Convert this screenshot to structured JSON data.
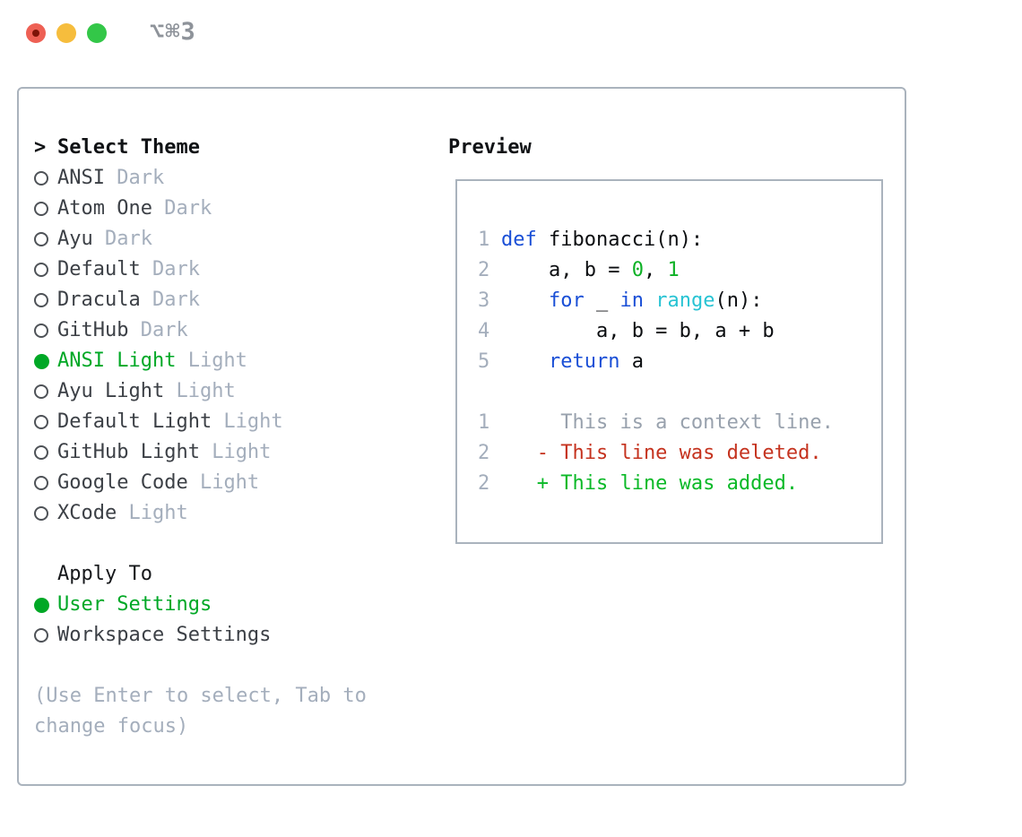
{
  "window": {
    "title": "⌥⌘3"
  },
  "titlebar": {
    "traffic_lights": [
      {
        "name": "close-button",
        "color": "#ee6054"
      },
      {
        "name": "minimize-button",
        "color": "#f6bd3d"
      },
      {
        "name": "maximize-button",
        "color": "#33c748"
      }
    ]
  },
  "theme_panel": {
    "header": {
      "marker": ">",
      "label": "Select Theme"
    },
    "themes": [
      {
        "name": "ANSI",
        "variant": "Dark",
        "selected": false
      },
      {
        "name": "Atom One",
        "variant": "Dark",
        "selected": false
      },
      {
        "name": "Ayu",
        "variant": "Dark",
        "selected": false
      },
      {
        "name": "Default",
        "variant": "Dark",
        "selected": false
      },
      {
        "name": "Dracula",
        "variant": "Dark",
        "selected": false
      },
      {
        "name": "GitHub",
        "variant": "Dark",
        "selected": false
      },
      {
        "name": "ANSI Light",
        "variant": "Light",
        "selected": true
      },
      {
        "name": "Ayu Light",
        "variant": "Light",
        "selected": false
      },
      {
        "name": "Default Light",
        "variant": "Light",
        "selected": false
      },
      {
        "name": "GitHub Light",
        "variant": "Light",
        "selected": false
      },
      {
        "name": "Google Code",
        "variant": "Light",
        "selected": false
      },
      {
        "name": "XCode",
        "variant": "Light",
        "selected": false
      }
    ],
    "apply_to": {
      "label": "Apply To",
      "options": [
        {
          "label": "User Settings",
          "selected": true
        },
        {
          "label": "Workspace Settings",
          "selected": false
        }
      ]
    },
    "hint": "(Use Enter to select, Tab to change focus)"
  },
  "preview": {
    "label": "Preview",
    "lines": [
      {
        "num": "1",
        "segments": [
          {
            "text": "def",
            "style": "kw"
          },
          {
            "text": " fibonacci(n):",
            "style": "plain"
          }
        ]
      },
      {
        "num": "2",
        "segments": [
          {
            "text": "    a, b = ",
            "style": "plain"
          },
          {
            "text": "0",
            "style": "lit"
          },
          {
            "text": ", ",
            "style": "plain"
          },
          {
            "text": "1",
            "style": "lit"
          }
        ]
      },
      {
        "num": "3",
        "segments": [
          {
            "text": "    ",
            "style": "plain"
          },
          {
            "text": "for",
            "style": "kw"
          },
          {
            "text": " _ ",
            "style": "plain"
          },
          {
            "text": "in",
            "style": "kw"
          },
          {
            "text": " ",
            "style": "plain"
          },
          {
            "text": "range",
            "style": "fn"
          },
          {
            "text": "(n):",
            "style": "plain"
          }
        ]
      },
      {
        "num": "4",
        "segments": [
          {
            "text": "        a, b = b, a + b",
            "style": "plain"
          }
        ]
      },
      {
        "num": "5",
        "segments": [
          {
            "text": "    ",
            "style": "plain"
          },
          {
            "text": "return",
            "style": "kw"
          },
          {
            "text": " a",
            "style": "plain"
          }
        ]
      },
      {
        "num": "",
        "segments": []
      },
      {
        "num": "1",
        "segments": [
          {
            "text": "     This is a context line.",
            "style": "ctx"
          }
        ]
      },
      {
        "num": "2",
        "segments": [
          {
            "text": "   - This line was deleted.",
            "style": "del"
          }
        ]
      },
      {
        "num": "2",
        "segments": [
          {
            "text": "   + This line was added.",
            "style": "add"
          }
        ]
      }
    ]
  },
  "colors": {
    "accent_green": "#00a826",
    "muted_gray": "#a4aebc",
    "panel_border": "#aab3bd",
    "keyword_blue": "#1a4fd6",
    "literal_green": "#0db125",
    "builtin_cyan": "#27c3d3",
    "context_gray": "#98a1ad",
    "deleted_red": "#c5331f",
    "added_green": "#0bb928",
    "text_dark": "#3c4046"
  }
}
